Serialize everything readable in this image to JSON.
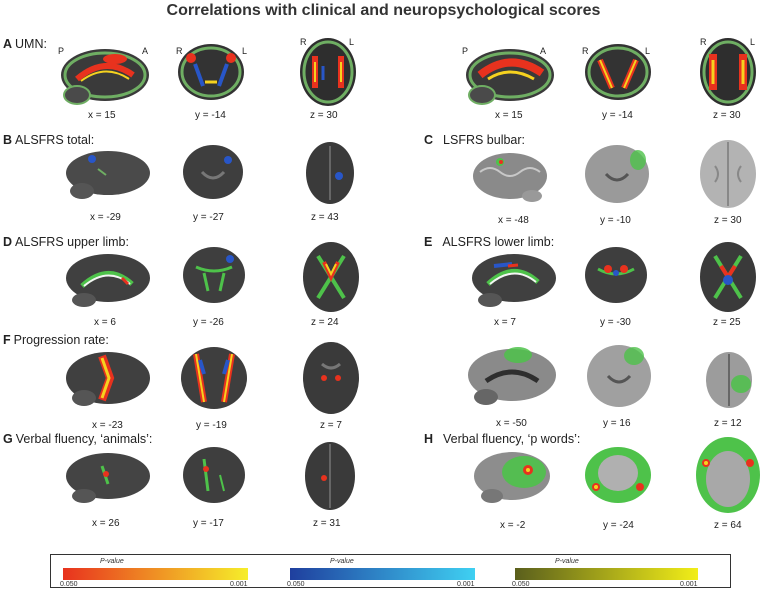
{
  "title": "Correlations with clinical and neuropsychological scores",
  "panels": {
    "A": {
      "letter": "A",
      "name": "UMN:",
      "left": {
        "orient": {
          "P": "P",
          "A": "A",
          "R": "R",
          "L": "L",
          "R2": "R",
          "L2": "L"
        },
        "coords": [
          "x = 15",
          "y = -14",
          "z = 30"
        ]
      },
      "right": {
        "orient": {
          "P": "P",
          "A": "A",
          "R": "R",
          "L": "L",
          "R2": "R",
          "L2": "L"
        },
        "coords": [
          "x = 15",
          "y = -14",
          "z = 30"
        ]
      }
    },
    "B": {
      "letter": "B",
      "name": "ALSFRS total:",
      "coords": [
        "x = -29",
        "y = -27",
        "z = 43"
      ]
    },
    "C": {
      "letter": "C",
      "name": "LSFRS bulbar:",
      "coords": [
        "x = -48",
        "y = -10",
        "z = 30"
      ]
    },
    "D": {
      "letter": "D",
      "name": "ALSFRS upper limb:",
      "coords": [
        "x = 6",
        "y = -26",
        "z = 24"
      ]
    },
    "E": {
      "letter": "E",
      "name": "ALSFRS lower limb:",
      "coords": [
        "x = 7",
        "y = -30",
        "z = 25"
      ]
    },
    "F": {
      "letter": "F",
      "name": "Progression rate:",
      "coords": [
        "x = -23",
        "y = -19",
        "z = 7"
      ],
      "coords_right": [
        "x = -50",
        "y = 16",
        "z = 12"
      ]
    },
    "G": {
      "letter": "G",
      "name": "Verbal fluency, ‘animals’:",
      "coords": [
        "x = 26",
        "y = -17",
        "z = 31"
      ]
    },
    "H": {
      "letter": "H",
      "name": "Verbal fluency, ‘p words’:",
      "coords": [
        "x = -2",
        "y = -24",
        "z = 64"
      ]
    }
  },
  "legend": [
    {
      "title": "P-value",
      "low": "0.050",
      "high": "0.001",
      "from": "#e8321e",
      "to": "#f6ee2a"
    },
    {
      "title": "P-value",
      "low": "0.050",
      "high": "0.001",
      "from": "#1f3f9e",
      "to": "#3fd0f2"
    },
    {
      "title": "P-value",
      "low": "0.050",
      "high": "0.001",
      "from": "#5a5f1c",
      "to": "#f2ee18"
    }
  ],
  "colors": {
    "red": "#e8321e",
    "yellow": "#f6d21f",
    "blue": "#2856c8",
    "green": "#4ec24a",
    "tract": "#6fae63"
  }
}
